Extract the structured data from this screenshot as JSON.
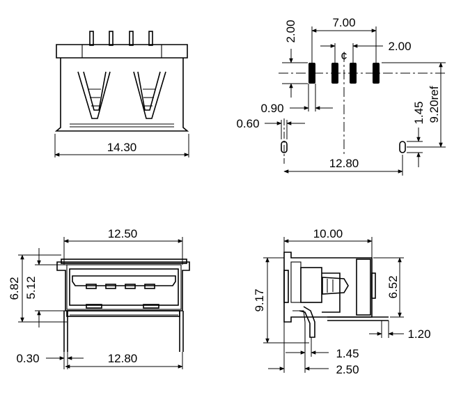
{
  "views": {
    "top": {
      "dims": {
        "width": "14.30"
      }
    },
    "footprint": {
      "dims": {
        "pitch_total": "7.00",
        "pad_height": "2.00",
        "pad_pitch": "2.00",
        "centerline": "¢",
        "pad_width": "0.90",
        "hole_width": "0.60",
        "hole_height": "1.45",
        "row_spacing": "9.20ref",
        "hole_spacing": "12.80"
      }
    },
    "front": {
      "dims": {
        "opening_width": "12.50",
        "height_outer": "6.82",
        "height_inner": "5.12",
        "pin_thickness": "0.30",
        "pin_spacing": "12.80"
      }
    },
    "side": {
      "dims": {
        "depth": "10.00",
        "height": "9.17",
        "body_height": "6.52",
        "flange": "1.20",
        "pin_width": "1.45",
        "pin_offset": "2.50"
      }
    }
  }
}
